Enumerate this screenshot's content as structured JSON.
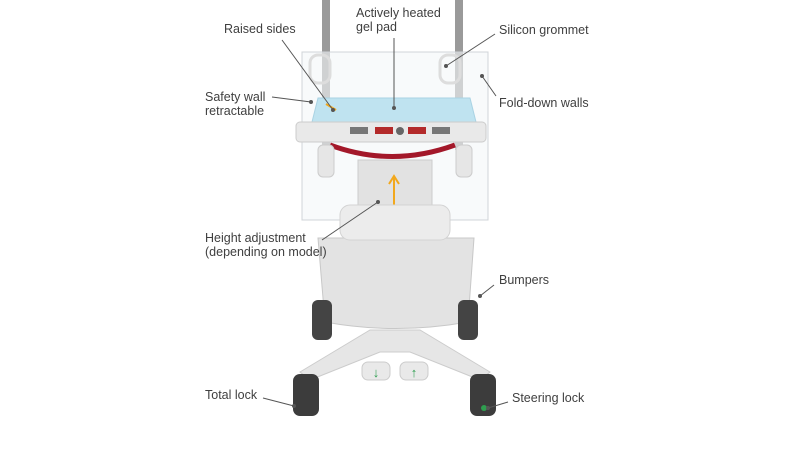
{
  "labels": {
    "raised_sides": "Raised sides",
    "gel_pad_1": "Actively heated",
    "gel_pad_2": "gel pad",
    "silicon_grommet": "Silicon grommet",
    "safety_wall_1": "Safety wall",
    "safety_wall_2": "retractable",
    "fold_down_walls": "Fold-down walls",
    "height_adj_1": "Height adjustment",
    "height_adj_2": "(depending on model)",
    "bumpers": "Bumpers",
    "total_lock": "Total lock",
    "steering_lock": "Steering lock"
  },
  "colors": {
    "text": "#3f3f3f",
    "leader": "#555555",
    "accent_red": "#a3182a",
    "gel": "#bfe3f0",
    "arrow": "#f2a81d",
    "pedal_green": "#2e9e4f"
  }
}
